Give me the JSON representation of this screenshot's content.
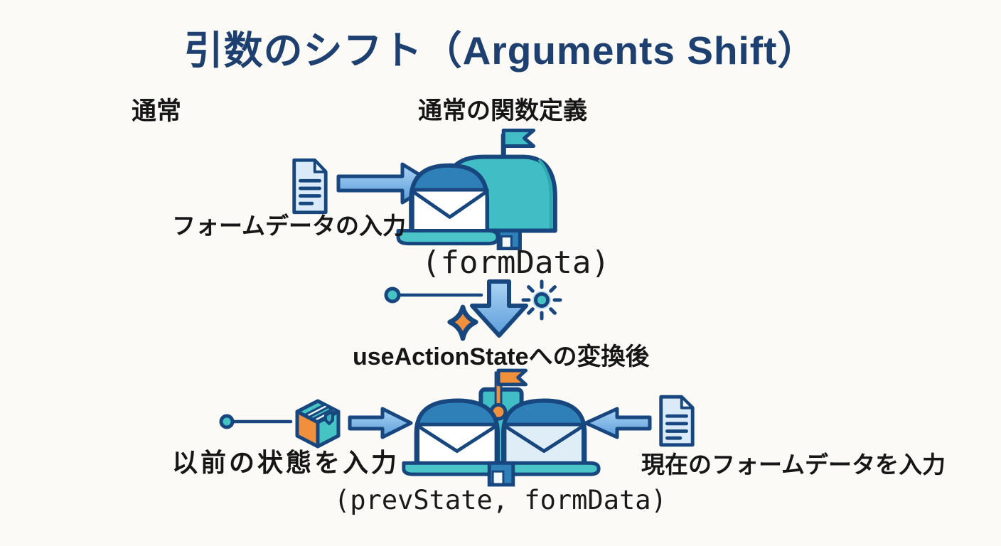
{
  "title": "引数のシフト（Arguments Shift）",
  "normal_section": {
    "label": "通常",
    "heading": "通常の関数定義",
    "input_label": "フォームデータの入力",
    "signature": "(formData)"
  },
  "transform": {
    "heading": "useActionStateへの変換後"
  },
  "converted_section": {
    "left_input_label": "以前の状態を入力",
    "right_input_label": "現在のフォームデータを入力",
    "signature": "(prevState, formData)"
  },
  "icons": {
    "top_flow": [
      "document-icon",
      "arrow-right-icon",
      "mailbox-icon"
    ],
    "transform_flow": [
      "dot-line-connector-icon",
      "arrow-down-icon",
      "sun-icon",
      "sparkle-icon"
    ],
    "bottom_flow": [
      "dot-line-connector-icon",
      "package-icon",
      "arrow-right-icon",
      "double-mailbox-icon",
      "arrow-left-icon",
      "document-icon"
    ]
  },
  "colors": {
    "background": "#FBFAF6",
    "title": "#1E4070",
    "text": "#161616",
    "outline_navy": "#17477E",
    "teal": "#41BEC5",
    "tray_teal": "#4CC5C9",
    "blue": "#2F80B9",
    "arrow_light": "#ABD4F4",
    "arrow_dark": "#5B9CDB",
    "orange": "#F0903D",
    "paper_fill": "#DAEAF8",
    "envelope_white": "#FFFFFF",
    "envelope_tint": "#DFEDF7"
  }
}
